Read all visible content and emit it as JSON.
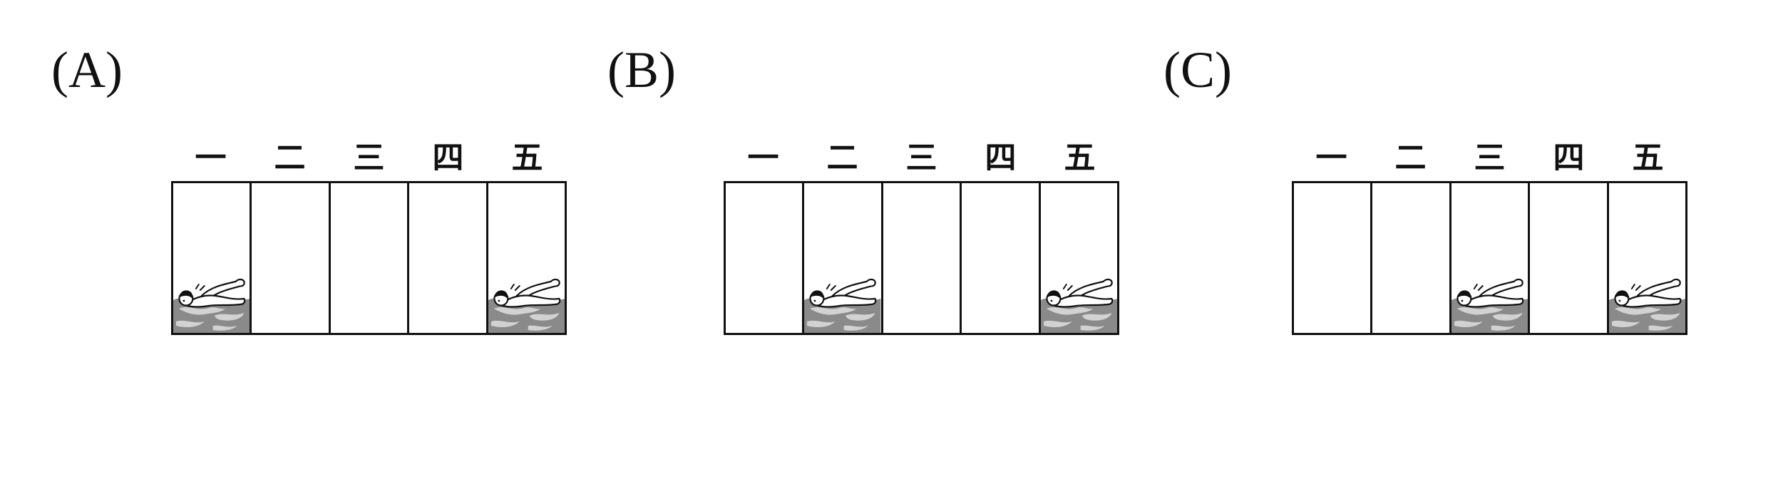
{
  "options": [
    {
      "label": "(A)",
      "days": [
        "一",
        "二",
        "三",
        "四",
        "五"
      ],
      "swim_days": [
        1,
        5
      ]
    },
    {
      "label": "(B)",
      "days": [
        "一",
        "二",
        "三",
        "四",
        "五"
      ],
      "swim_days": [
        2,
        5
      ]
    },
    {
      "label": "(C)",
      "days": [
        "一",
        "二",
        "三",
        "四",
        "五"
      ],
      "swim_days": [
        3,
        5
      ]
    }
  ],
  "icons": {
    "swimmer": "swimmer-icon"
  },
  "colors": {
    "line": "#111111",
    "water_dark": "#8a8a8a",
    "water_light": "#d2d2d2"
  }
}
